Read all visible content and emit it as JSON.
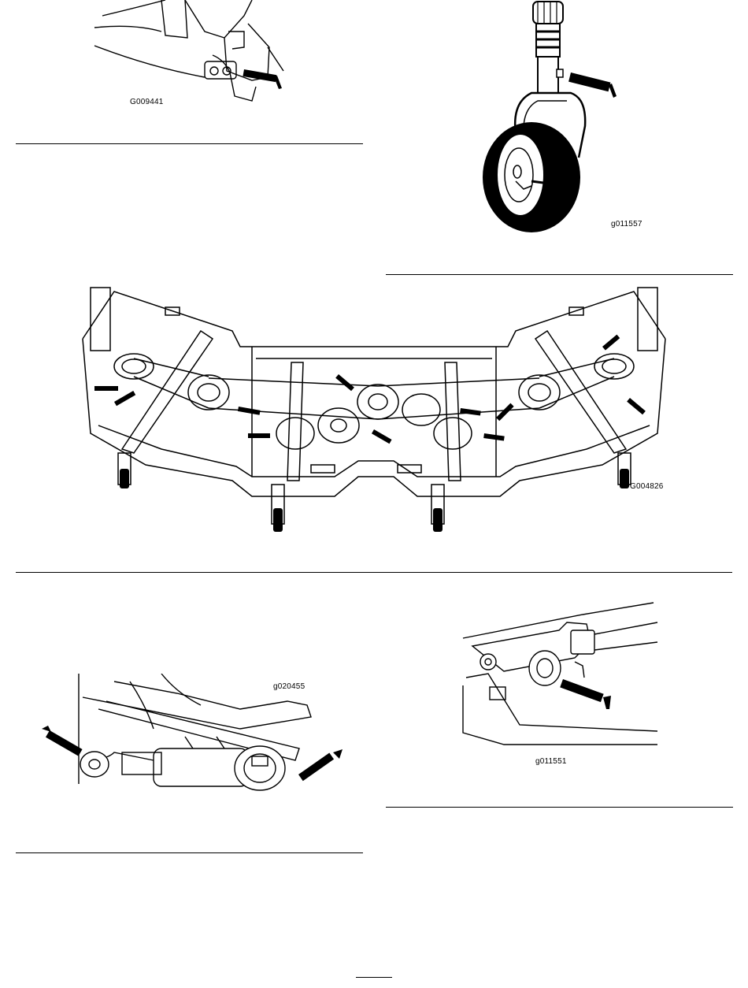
{
  "figures": [
    {
      "id": "fig-top-left",
      "code": "G009441"
    },
    {
      "id": "fig-top-right",
      "code": "g011557"
    },
    {
      "id": "fig-deck",
      "code": "G004826"
    },
    {
      "id": "fig-bottom-left",
      "code": "g020455"
    },
    {
      "id": "fig-bottom-right",
      "code": "g011551"
    }
  ],
  "colors": {
    "ink": "#000000",
    "paper": "#ffffff"
  }
}
